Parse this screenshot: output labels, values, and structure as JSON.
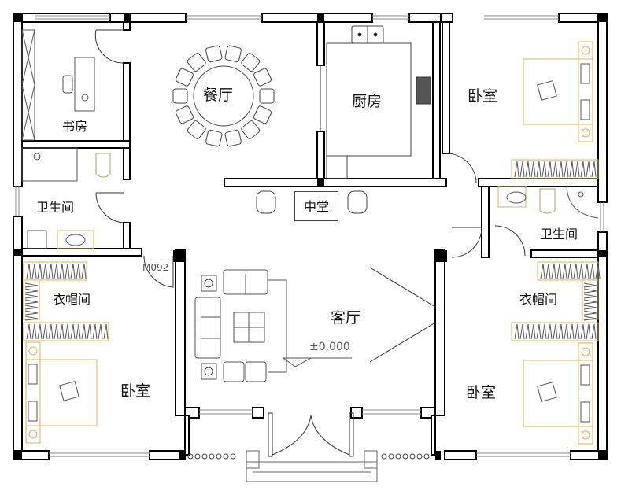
{
  "plan": {
    "type": "floor-plan",
    "colors": {
      "wall": "#000000",
      "line": "#444444",
      "furniture_accent": "#d4b462",
      "background": "#ffffff"
    },
    "rooms": {
      "study": "书房",
      "dining": "餐厅",
      "kitchen": "厨房",
      "bedroom_ne": "卧室",
      "bathroom_w": "卫生间",
      "hall": "中堂",
      "bathroom_e": "卫生间",
      "closet_w": "衣帽间",
      "living": "客厅",
      "closet_e": "衣帽间",
      "bedroom_sw": "卧室",
      "bedroom_se": "卧室"
    },
    "elevation_mark": "±0.000",
    "door_code": "M092"
  }
}
